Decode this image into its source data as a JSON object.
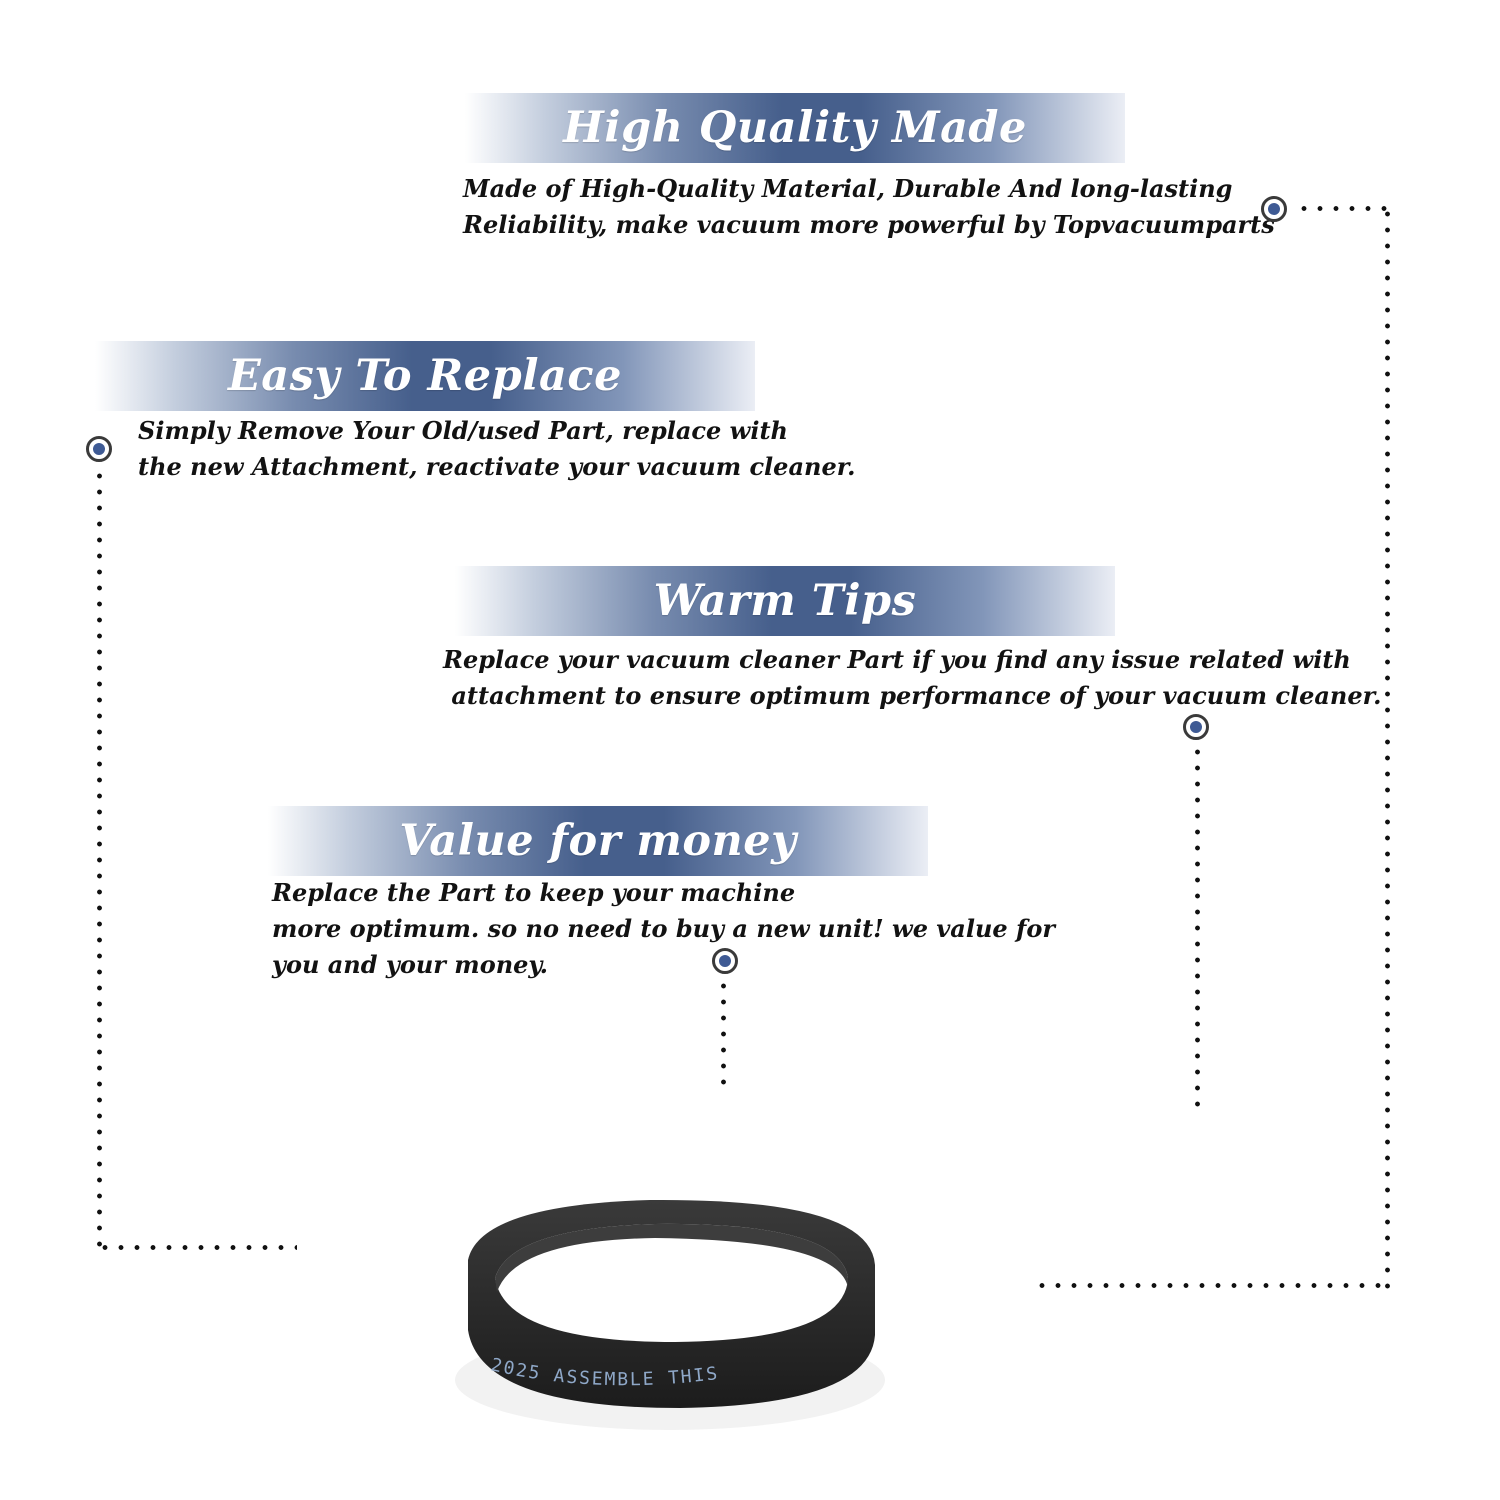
{
  "sections": [
    {
      "title": "High Quality Made",
      "lines": [
        "Made of  High-Quality Material, Durable And long-lasting",
        "Reliability, make vacuum more powerful by Topvacuumparts"
      ]
    },
    {
      "title": "Easy To Replace",
      "lines": [
        "Simply Remove Your Old/used Part, replace with",
        "the new Attachment, reactivate your vacuum cleaner."
      ]
    },
    {
      "title": "Warm Tips",
      "lines": [
        "Replace your vacuum cleaner Part if you find any issue related with",
        " attachment to ensure optimum performance of your vacuum cleaner."
      ]
    },
    {
      "title": "Value for money",
      "lines": [
        "Replace the Part to keep your machine",
        "more optimum. so no need to buy a new unit! we value for",
        "you and your money."
      ]
    }
  ],
  "belt": {
    "printed_text": "2025   ASSEMBLE   THIS"
  },
  "colors": {
    "banner_blue": "#465f8c",
    "marker_blue": "#3e5a94",
    "text": "#121212",
    "belt": "#2b2b2b"
  }
}
